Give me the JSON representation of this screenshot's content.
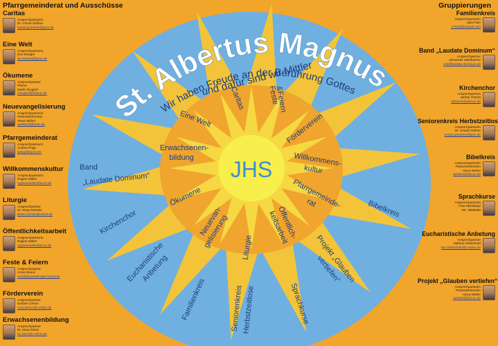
{
  "title": "St. Albertus Magnus",
  "subtitle_line1": "Wir haben Freude an der Berührung Gottes",
  "subtitle_line2": "und dafür sind wir Mittler",
  "center_label": "JHS",
  "colors": {
    "sky": "#6fb0e0",
    "orange": "#f2a52b",
    "sun": "#f5e04a",
    "ray": "#f3c43a",
    "text_blue": "#1f3c78"
  },
  "left_column": {
    "heading": "Pfarrgemeinderat und Ausschüsse",
    "entries": [
      {
        "title": "Caritas",
        "role": "Ansprechpartnerin",
        "name": "Dr. Ursula Gößner",
        "email": "ursula.goessner@gmx.de"
      },
      {
        "title": "Eine Welt",
        "role": "Ansprechpartnerin",
        "name": "Eva Striegel",
        "email": "ak-einewelt@gmx.de"
      },
      {
        "title": "Ökumene",
        "role": "Ansprechpartner",
        "name": "Pfarrer",
        "name2": "Martin Ringhof",
        "email": "mringhof@ebmuc.de"
      },
      {
        "title": "Neuevangelisierung",
        "role": "Ansprechpartnerin",
        "name": "Pastoralreferentin",
        "name2": "Alexa Weber",
        "email": "aweber@ebmuc.de"
      },
      {
        "title": "Pfarrgemeinderat",
        "role": "Ansprechpartnerin",
        "name": "Andrea Popp",
        "email": "pabopf@aol.com"
      },
      {
        "title": "Willkommenskultur",
        "role": "Ansprechpartnerin",
        "name": "Regine Müller",
        "email": "reginemueller@arcor.de"
      },
      {
        "title": "Liturgie",
        "role": "Ansprechpartner",
        "name": "Dr. Klaus Michels",
        "email": "klaus.michels@online.de"
      },
      {
        "title": "Öffentlichkeitsarbeit",
        "role": "Ansprechpartnerin",
        "name": "Regine Müller",
        "email": "reginemueller@arcor.de"
      },
      {
        "title": "Feste & Feiern",
        "role": "Ansprechpartner",
        "name": "Anton Brand",
        "email": "toni@physiotherapie-brand.de"
      },
      {
        "title": "Förderverein",
        "role": "Ansprechpartner",
        "name": "Norbert Lehner",
        "email": "norb.lehner@t-online.de"
      },
      {
        "title": "Erwachsenenbildung",
        "role": "Ansprechpartner",
        "name": "Dr. Klaus Ebert",
        "email": "ke.ebert@t-online.de"
      }
    ]
  },
  "right_column": {
    "heading": "Gruppierungen",
    "entries": [
      {
        "title": "Familienkreis",
        "role": "Ansprechpartnerin",
        "name": "Julia Fitze",
        "email": "J.Fitze@hotmail.com"
      },
      {
        "title": "Band „Laudate Dominum“",
        "role": "Ansprechpartner",
        "name": "Alexander Mühlbacher",
        "email": "info@laudate-dominum.de"
      },
      {
        "title": "Kirchenchor",
        "role": "Ansprechpartner",
        "name": "Stefan Thürnh",
        "email": "sthuernh@ebmuc.de"
      },
      {
        "title": "Seniorenkreis Herbstzeitlose",
        "role": "Ansprechpartnerin",
        "name": "Dr. Ursula Gößner",
        "email": "ursula.goessner@gmx.de"
      },
      {
        "title": "Bibelkreis",
        "role": "Ansprechpartnerin",
        "name": "Pastoralreferentin",
        "name2": "Alexa Weber",
        "email": "aweber@ebmuc.de"
      },
      {
        "title": "Sprachkurse",
        "role": "Ansprechpartnerin",
        "name": "Frau Weishäupl",
        "name2": "Tel.: 8089453",
        "email": ""
      },
      {
        "title": "Eucharistische Anbetung",
        "role": "Ansprechpartner",
        "name": "Markus Herberhold",
        "email": "fam.herberhold@t-online.de"
      },
      {
        "title": "Projekt „Glauben vertiefen“",
        "role": "Ansprechpartnerin",
        "name": "Pastoralreferentin",
        "name2": "Alexa Weber",
        "email": "aweber@ebmuc.de"
      }
    ]
  },
  "wheel_labels": {
    "caritas": "Caritas",
    "feste1": "Feste",
    "feste2": "&Feiern",
    "eine_welt": "Eine Welt",
    "foerderverein": "Förderverein",
    "erwachsenen1": "Erwachsenen-",
    "erwachsenen2": "bildung",
    "willkommens1": "Willkommens-",
    "willkommens2": "kultur",
    "band1": "Band",
    "band2": "„Laudate Dominum“",
    "oekumene": "Ökumene",
    "pfarrgemeinde1": "Pfarrgemeinde-",
    "pfarrgemeinde2": "rat",
    "bibelkreis": "Bibelkreis",
    "kirchenchor": "Kirchenchor",
    "neuevan1": "Neuevan-",
    "neuevan2": "gelisierung",
    "oeffentlich1": "Öffentlich-",
    "oeffentlich2": "keitsarbeit",
    "eucharistische1": "Eucharistische",
    "eucharistische2": "Anbetung",
    "liturgie": "Liturgie",
    "projekt1": "Projekt „Glauben",
    "projekt2": "vertiefen“",
    "familienkreis": "Familienkreis",
    "senioren1": "Seniorenkreis",
    "senioren2": "Herbstzeitlose",
    "sprachkurse": "Sprachkurse"
  }
}
